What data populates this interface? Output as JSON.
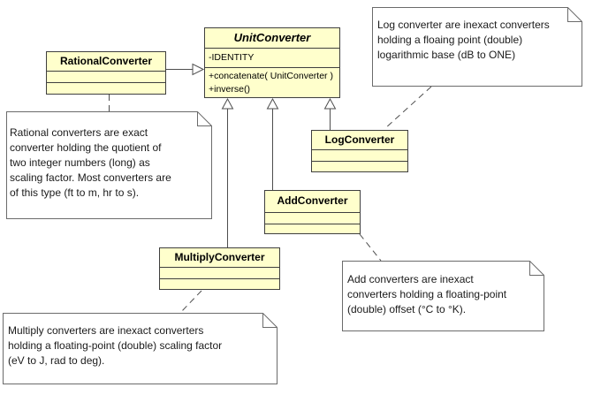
{
  "diagram": {
    "kind": "uml-class-diagram",
    "colors": {
      "class_fill": "#FFFFCC",
      "class_border": "#3f3f3f",
      "note_fill": "#FFFFFF",
      "note_border": "#6b6b6b",
      "connector": "#4d4d4d",
      "text": "#000000"
    },
    "classes": {
      "unit": {
        "name": "UnitConverter",
        "stereotype": "abstract",
        "attribute": "-IDENTITY",
        "method1": "+concatenate( UnitConverter )",
        "method2": "+inverse()"
      },
      "rational": {
        "name": "RationalConverter"
      },
      "log": {
        "name": "LogConverter"
      },
      "add": {
        "name": "AddConverter"
      },
      "multiply": {
        "name": "MultiplyConverter"
      }
    },
    "notes": {
      "log": "Log converter are inexact converters\nholding a floaing point (double)\nlogarithmic base (dB to ONE)",
      "rational": "Rational converters are exact\nconverter holding the quotient of\ntwo integer numbers (long) as\nscaling factor. Most converters are\nof this type (ft to m, hr to s).",
      "add": "Add converters are inexact\nconverters holding a floating-point\n(double) offset  (°C to °K).",
      "multiply": "Multiply converters are inexact converters\nholding a floating-point (double) scaling factor\n(eV to J, rad to deg)."
    }
  }
}
